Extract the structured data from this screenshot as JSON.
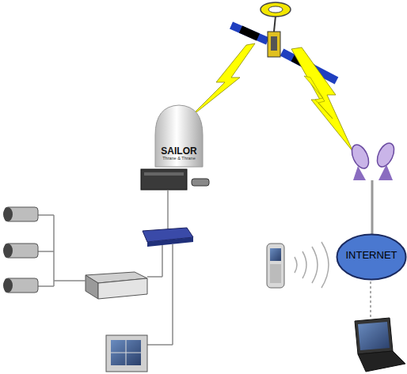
{
  "diagram": {
    "nodes": [
      {
        "text": [
          "SAILOR",
          "Thrane & Thrane"
        ]
      },
      {
        "text": [
          "INTERNET"
        ]
      }
    ]
  }
}
